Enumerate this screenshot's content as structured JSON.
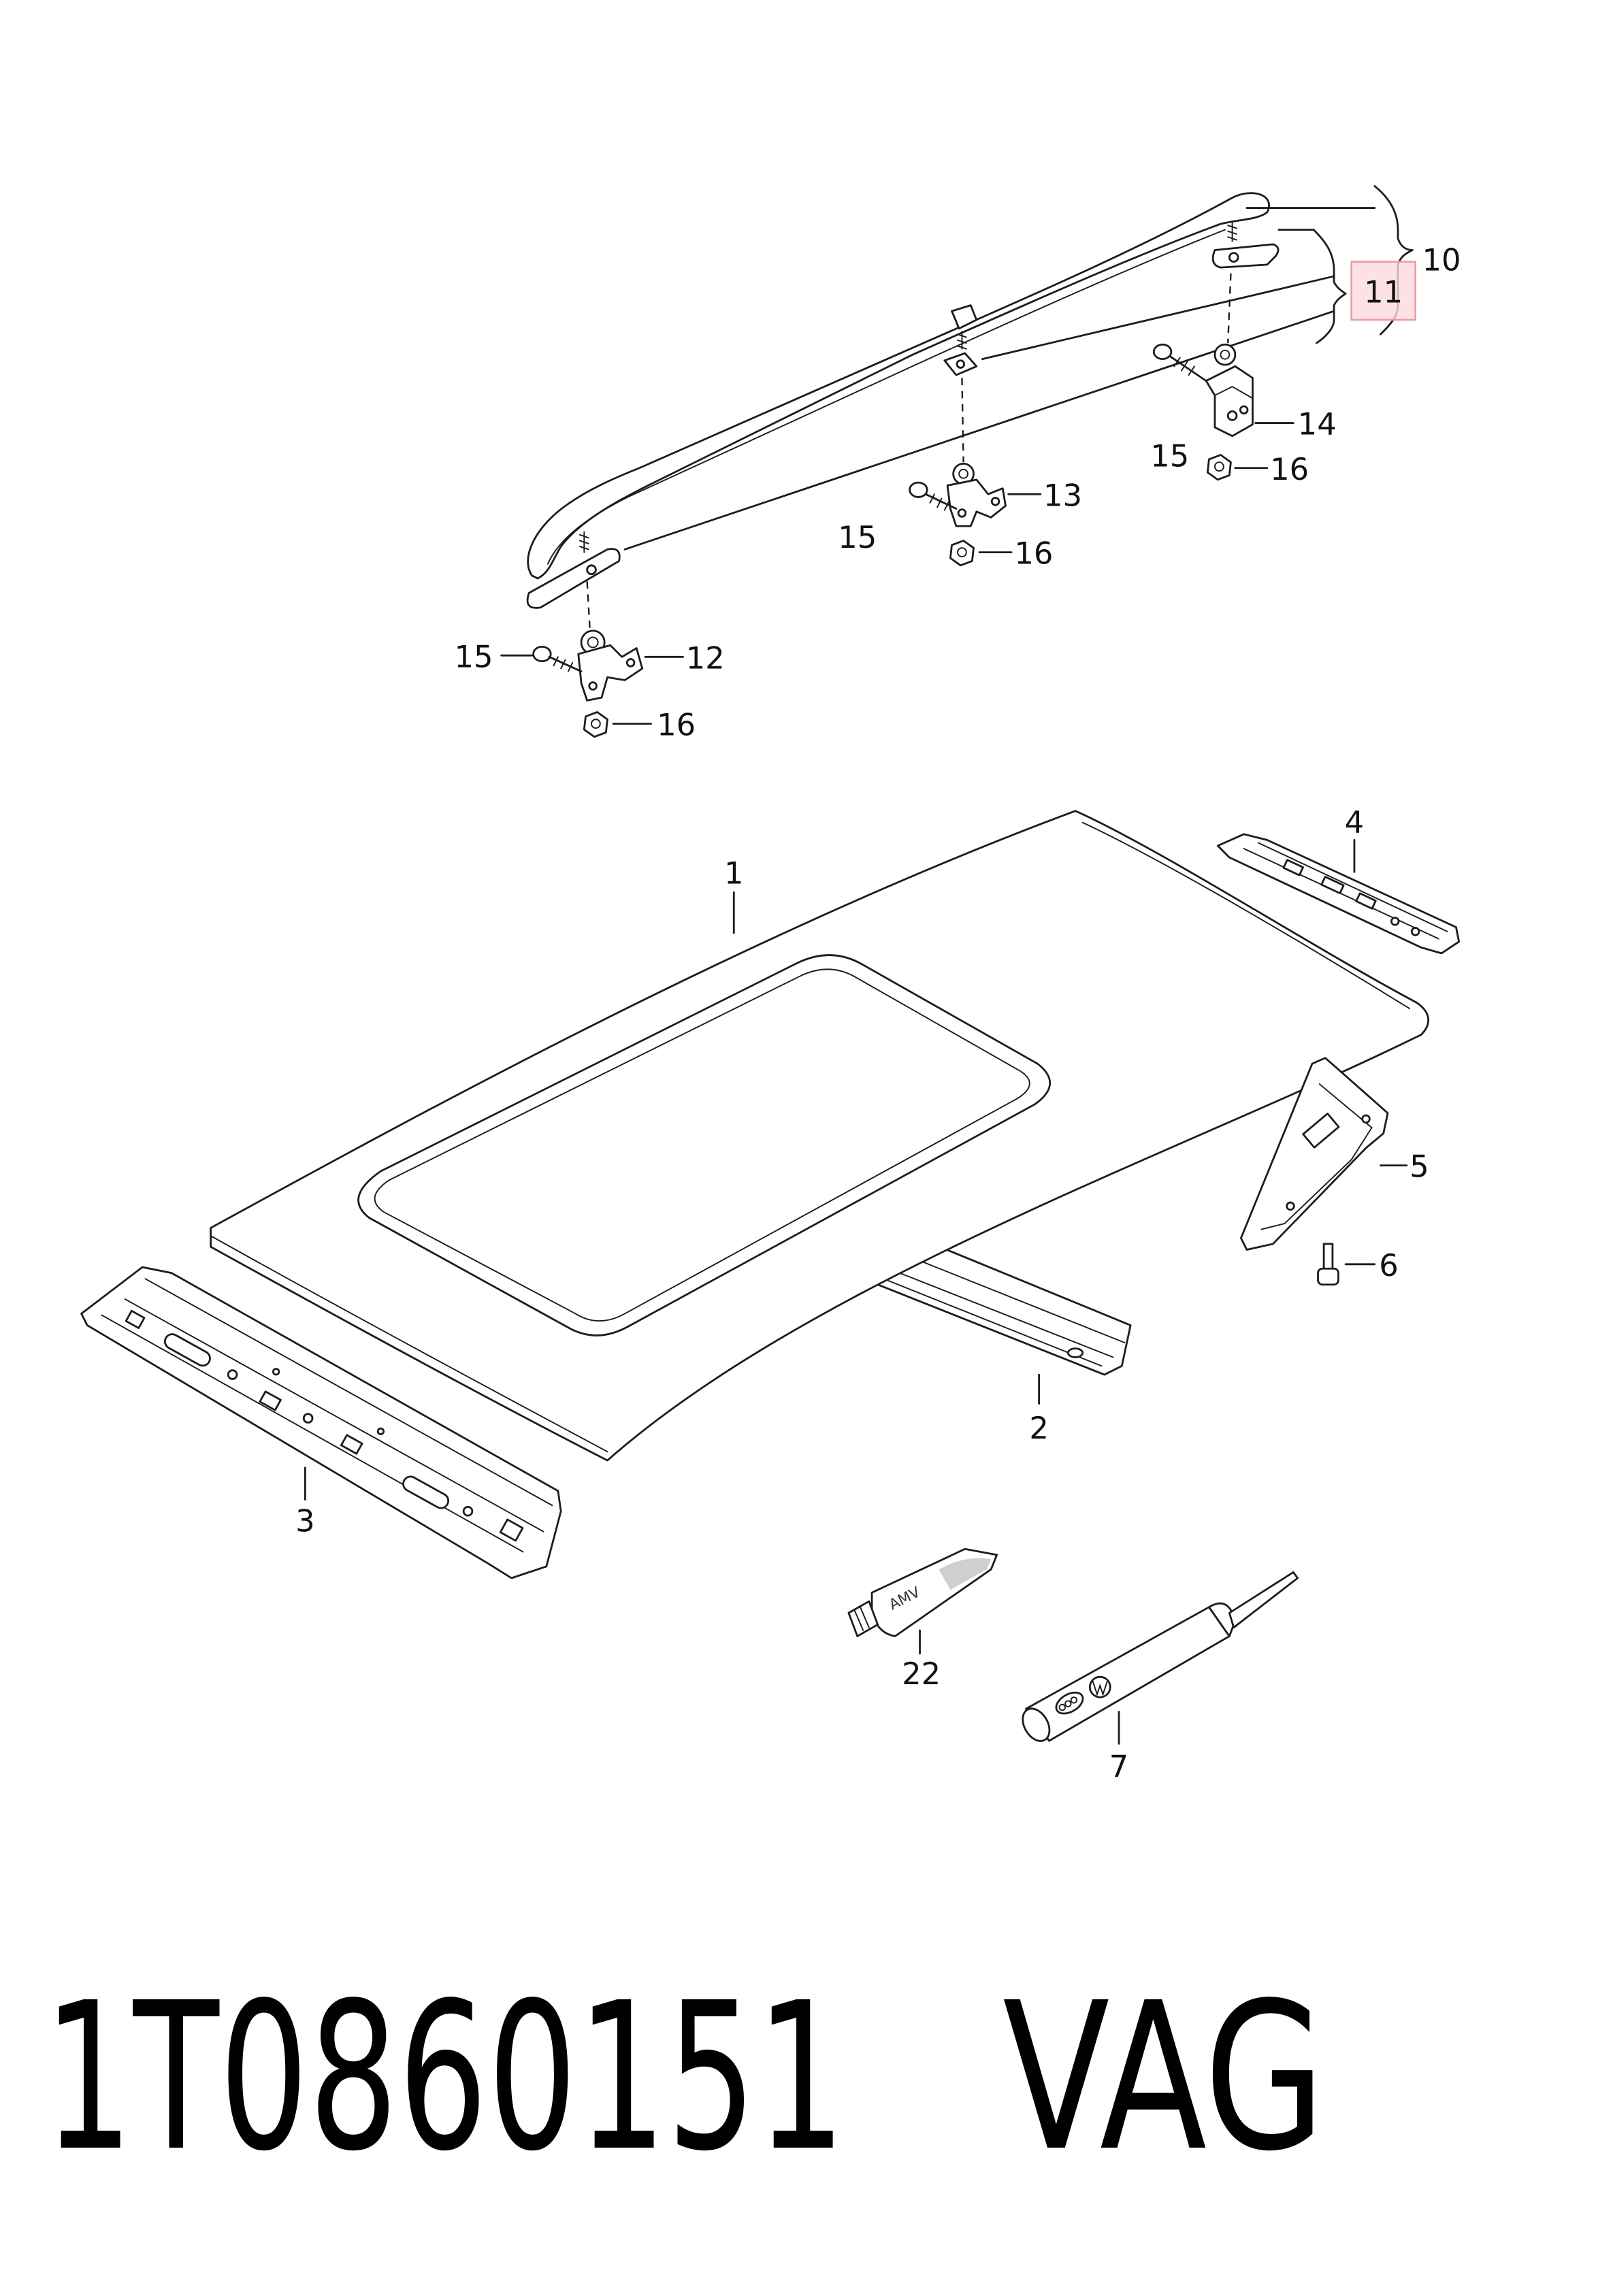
{
  "diagram": {
    "callouts": {
      "c10": "10",
      "c11": "11",
      "c14": "14",
      "c15_right": "15",
      "c16_right": "16",
      "c13": "13",
      "c15_mid": "15",
      "c16_mid": "16",
      "c15_left": "15",
      "c12": "12",
      "c16_left": "16",
      "c1": "1",
      "c4": "4",
      "c5": "5",
      "c6": "6",
      "c2": "2",
      "c3": "3",
      "c22": "22",
      "c7": "7"
    },
    "tube_label": "AMV"
  },
  "caption": {
    "part_number": "1T0860151",
    "brand": "VAG"
  },
  "colors": {
    "line": "#1c1c1c",
    "highlight_fill": "#fbd9de",
    "highlight_stroke": "#e79aa8"
  }
}
